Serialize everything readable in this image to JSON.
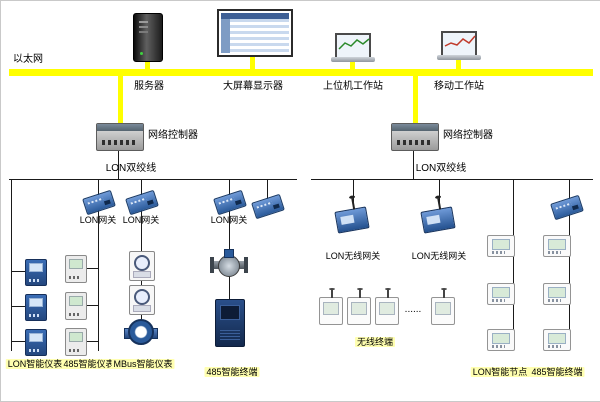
{
  "diagram": {
    "ethernet": "以太网",
    "server": "服务器",
    "big_display": "大屏幕显示器",
    "host_workstation": "上位机工作站",
    "mobile_workstation": "移动工作站",
    "controller_left": "网络控制器",
    "controller_right": "网络控制器",
    "lon_bus_left": "LON双绞线",
    "lon_bus_right": "LON双绞线",
    "gateway1": "LON网关",
    "gateway2": "LON网关",
    "gateway3": "LON网关",
    "wireless_gateway1": "LON无线网关",
    "wireless_gateway2": "LON无线网关",
    "wireless_terminals": "无线终端",
    "dots": "......",
    "lon_meters": "LON智能仪表",
    "meters_485": "485智能仪表",
    "mbus_meters": "MBus智能仪表",
    "terminal_485_left": "485智能终端",
    "lon_nodes": "LON智能节点",
    "terminal_485_right": "485智能终端",
    "colors": {
      "bus_yellow": "#ffff00",
      "device_blue": "#2a5a9a",
      "line_black": "#1a1a1a"
    }
  }
}
